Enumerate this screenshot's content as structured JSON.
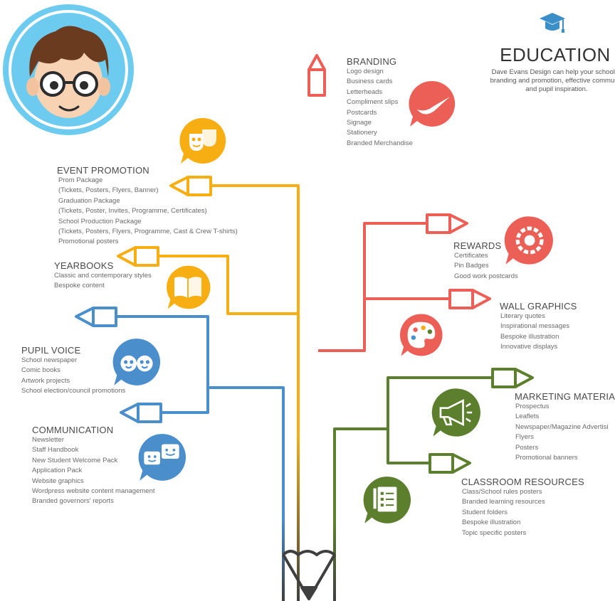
{
  "education": {
    "title": "EDUCATION",
    "description_lines": [
      "Dave Evans Design can help your school w",
      "branding and promotion, effective communic",
      "and pupil inspiration."
    ],
    "icon": "graduation-cap-icon"
  },
  "colors": {
    "red": "#EC5F57",
    "orange": "#F6AE13",
    "blue": "#4A8ECC",
    "green": "#5B7F2D",
    "avatar_ring": "#6ECBF0",
    "dark": "#3f3f3f"
  },
  "sections": {
    "branding": {
      "title": "BRANDING",
      "icon": "tick-swoosh-icon",
      "items": [
        "Logo design",
        "Business cards",
        "Letterheads",
        "Compliment slips",
        "Postcards",
        "Signage",
        "Stationery",
        "Branded Merchandise"
      ]
    },
    "event_promotion": {
      "title": "EVENT PROMOTION",
      "icon": "theatre-masks-icon",
      "items": [
        "Prom Package",
        "(Tickets, Posters, Flyers, Banner)",
        "Graduation Package",
        "(Tickets, Poster, Invites, Programme, Certificates)",
        "School Production Package",
        "(Tickets, Posters, Flyers, Programme, Cast & Crew T-shirts)",
        "Promotional posters"
      ]
    },
    "yearbooks": {
      "title": "YEARBOOKS",
      "icon": "open-book-icon",
      "items": [
        "Classic and contemporary styles",
        "Bespoke content"
      ]
    },
    "pupil_voice": {
      "title": "PUPIL VOICE",
      "icon": "pupils-faces-icon",
      "items": [
        "School newspaper",
        "Comic books",
        "Artwork projects",
        "School election/council  promotions"
      ]
    },
    "communication": {
      "title": "COMMUNICATION",
      "icon": "chat-faces-icon",
      "items": [
        "Newsletter",
        "Staff Handbook",
        "New Student Welcome Pack",
        "Application Pack",
        "Website graphics",
        "Wordpress website content management",
        "Branded governors' reports"
      ]
    },
    "rewards": {
      "title": "REWARDS",
      "icon": "award-badge-icon",
      "items": [
        "Certificates",
        "Pin Badges",
        "Good work postcards"
      ]
    },
    "wall_graphics": {
      "title": "WALL GRAPHICS",
      "icon": "paint-palette-icon",
      "items": [
        "Literary quotes",
        "Inspirational messages",
        "Bespoke illustration",
        "Innovative displays"
      ]
    },
    "marketing_material": {
      "title": "MARKETING MATERIAL",
      "icon": "megaphone-icon",
      "items": [
        "Prospectus",
        "Leaflets",
        "Newspaper/Magazine Advertisi",
        "Flyers",
        "Posters",
        "Promotional banners"
      ]
    },
    "classroom_resources": {
      "title": "CLASSROOM RESOURCES",
      "icon": "document-list-icon",
      "items": [
        "Class/School rules posters",
        "Branded learning resources",
        "Student folders",
        "Bespoke illustration",
        "Topic specific posters"
      ]
    }
  }
}
